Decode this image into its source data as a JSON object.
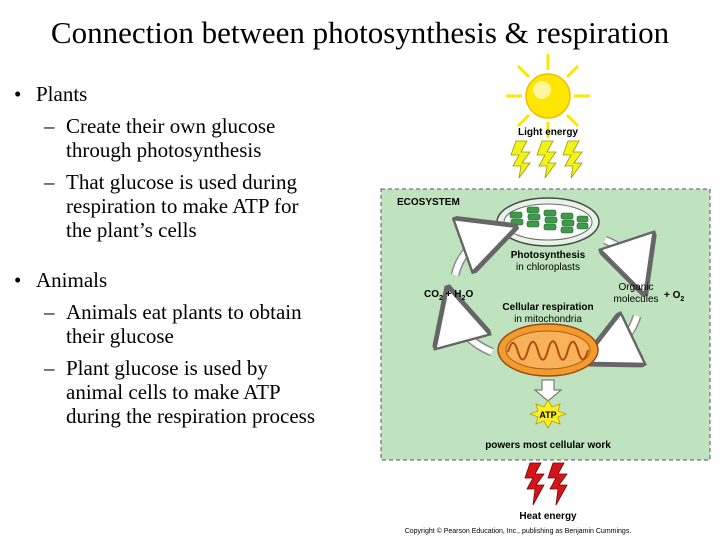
{
  "title": "Connection between photosynthesis & respiration",
  "bullets": [
    {
      "label": "Plants",
      "subs": [
        [
          "Create their own glucose",
          "through photosynthesis"
        ],
        [
          "That glucose is used during",
          "respiration to make ATP for",
          "the plant’s cells"
        ]
      ]
    },
    {
      "label": "Animals",
      "subs": [
        [
          "Animals eat plants to obtain",
          "their glucose"
        ],
        [
          "Plant glucose is used by",
          "animal cells to make ATP",
          "during the respiration process"
        ]
      ]
    }
  ],
  "bullet_glyph": "•",
  "sub_glyph": "–",
  "diagram": {
    "light_energy": "Light energy",
    "ecosystem": "ECOSYSTEM",
    "photosynthesis": "Photosynthesis",
    "in_chloroplasts": "in chloroplasts",
    "co2": "CO",
    "co2_sub": "2",
    "plus_h2o": " + H",
    "h2o_sub": "2",
    "h2o_o": "O",
    "organic_1": "Organic",
    "organic_2": "molecules",
    "plus_o2": "+ O",
    "o2_sub": "2",
    "cellular_respiration": "Cellular respiration",
    "in_mitochondria": "in mitochondria",
    "atp": "ATP",
    "powers": "powers most cellular work",
    "heat_energy": "Heat energy",
    "copyright": "Copyright © Pearson Education, Inc., publishing as Benjamin Cummings."
  },
  "colors": {
    "ecosystem_fill": "#bfe3bf",
    "ecosystem_border": "#555555",
    "sun": "#ffe600",
    "bolt_yellow": "#f2f21a",
    "bolt_red": "#d4141a",
    "mito": "#f29b2e",
    "chloro": "#3f9a4a",
    "atp_star": "#ffee22"
  }
}
